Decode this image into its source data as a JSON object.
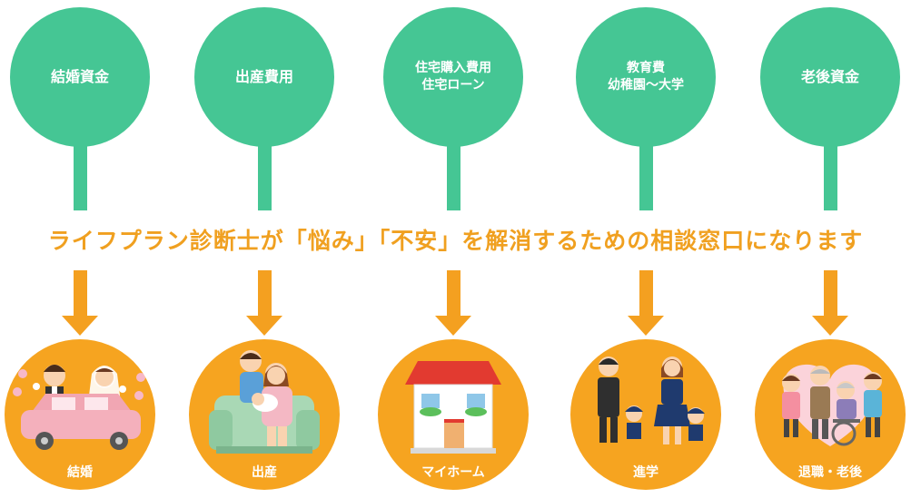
{
  "columns": [
    {
      "top_line1": "結婚資金",
      "top_line2": "",
      "bottom_label": "結婚"
    },
    {
      "top_line1": "出産費用",
      "top_line2": "",
      "bottom_label": "出産"
    },
    {
      "top_line1": "住宅購入費用",
      "top_line2": "住宅ローン",
      "bottom_label": "マイホーム"
    },
    {
      "top_line1": "教育費",
      "top_line2": "幼稚園〜大学",
      "bottom_label": "進学"
    },
    {
      "top_line1": "老後資金",
      "top_line2": "",
      "bottom_label": "退職・老後"
    }
  ],
  "tagline": "ライフプラン診断士が「悩み」「不安」を解消するための相談窓口になります",
  "colors": {
    "green": "#45c694",
    "orange": "#f6a420",
    "text_orange": "#f0a020"
  }
}
